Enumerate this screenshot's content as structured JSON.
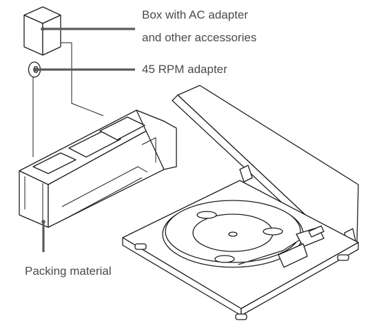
{
  "labels": {
    "box_line1": "Box with AC adapter",
    "box_line2": "and other accessories",
    "adapter": "45 RPM adapter",
    "packing": "Packing material"
  }
}
